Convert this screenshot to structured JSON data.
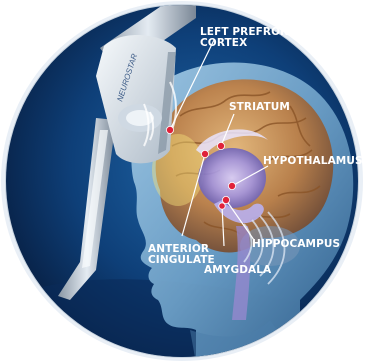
{
  "device": {
    "brand": "NEUROSTAR"
  },
  "labels": {
    "left_prefrontal_cortex": "LEFT PREFRONTAL\nCORTEX",
    "striatum": "STRIATUM",
    "hypothalamus": "HYPOTHALAMUS",
    "hippocampus": "HIPPOCAMPUS",
    "anterior_cingulate": "ANTERIOR\nCINGULATE",
    "amygdala": "AMYGDALA"
  },
  "colors": {
    "frame": "#e9eff6",
    "background_dark": "#071a3a",
    "background_mid": "#0e3f78",
    "head_skin": "#7fb0d4",
    "brain_orange": "#d9924a",
    "limbic_purple": "#a99ae0",
    "marker_red": "#e0223a",
    "label_white": "#ffffff"
  }
}
